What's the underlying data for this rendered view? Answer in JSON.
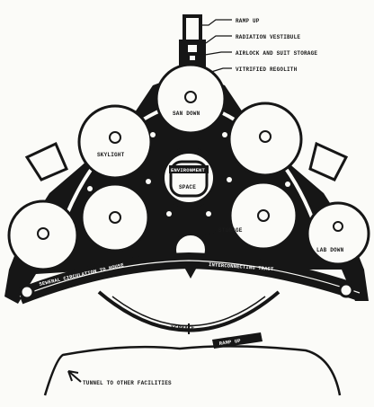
{
  "diagram": {
    "callouts": [
      {
        "id": "ramp-up",
        "text": "RAMP UP"
      },
      {
        "id": "radiation-vestibule",
        "text": "RADIATION VESTIBULE"
      },
      {
        "id": "airlock-suit-storage",
        "text": "AIRLOCK AND SUIT STORAGE"
      },
      {
        "id": "vitrified-regolith",
        "text": "VITRIFIED REGOLITH"
      }
    ],
    "modules": {
      "top": "SAN DOWN",
      "upper_left": "SKYLIGHT",
      "center_top": "ENVIRONMENT",
      "center_bottom": "SPACE",
      "right": "LAB DOWN",
      "core": "STORAGE"
    },
    "corridor": {
      "left": "SEWERAL CIRCULATION TO HOUSE",
      "right": "INTERCONNECTING TRACT"
    },
    "lower": {
      "terrace": "TERRACE",
      "ramp": "RAMP UP",
      "tunnel": "TUNNEL TO OTHER FACILITIES"
    },
    "colors": {
      "ink": "#161616",
      "paper": "#fbfbf8"
    }
  }
}
